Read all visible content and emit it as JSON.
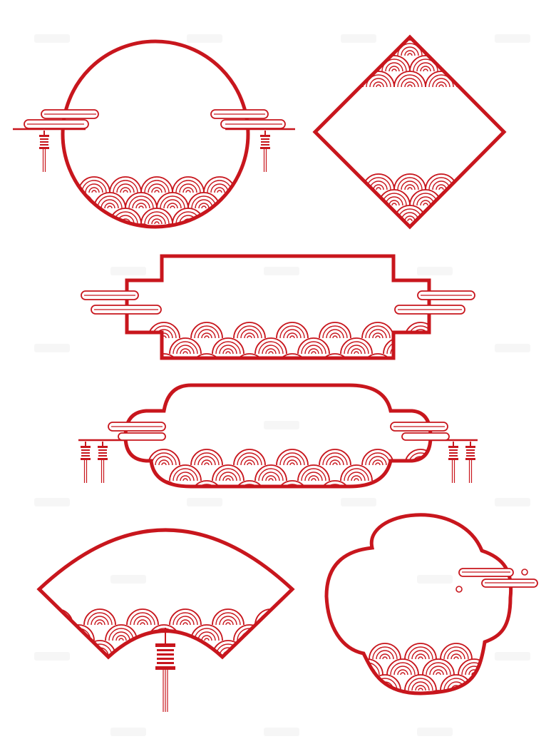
{
  "watermark": {
    "text": ""
  },
  "colors": {
    "primary": "#c8161d",
    "background": "#ffffff"
  },
  "frames": [
    {
      "name": "round-frame",
      "shape": "circle",
      "decorations": [
        "wave-pattern",
        "cloud-ribbon",
        "tassel-ornament"
      ]
    },
    {
      "name": "diamond-frame",
      "shape": "diamond",
      "decorations": [
        "wave-pattern"
      ]
    },
    {
      "name": "stepped-rectangle-frame",
      "shape": "stepped-rectangle",
      "decorations": [
        "wave-pattern",
        "cloud-ribbon"
      ]
    },
    {
      "name": "cloud-oval-frame",
      "shape": "rounded-cloud-oval",
      "decorations": [
        "wave-pattern",
        "cloud-ribbon",
        "tassel-ornament"
      ]
    },
    {
      "name": "fan-frame",
      "shape": "fan",
      "decorations": [
        "wave-pattern",
        "tassel-ornament"
      ]
    },
    {
      "name": "lobed-frame",
      "shape": "four-lobed",
      "decorations": [
        "wave-pattern",
        "cloud-ribbon"
      ]
    }
  ]
}
